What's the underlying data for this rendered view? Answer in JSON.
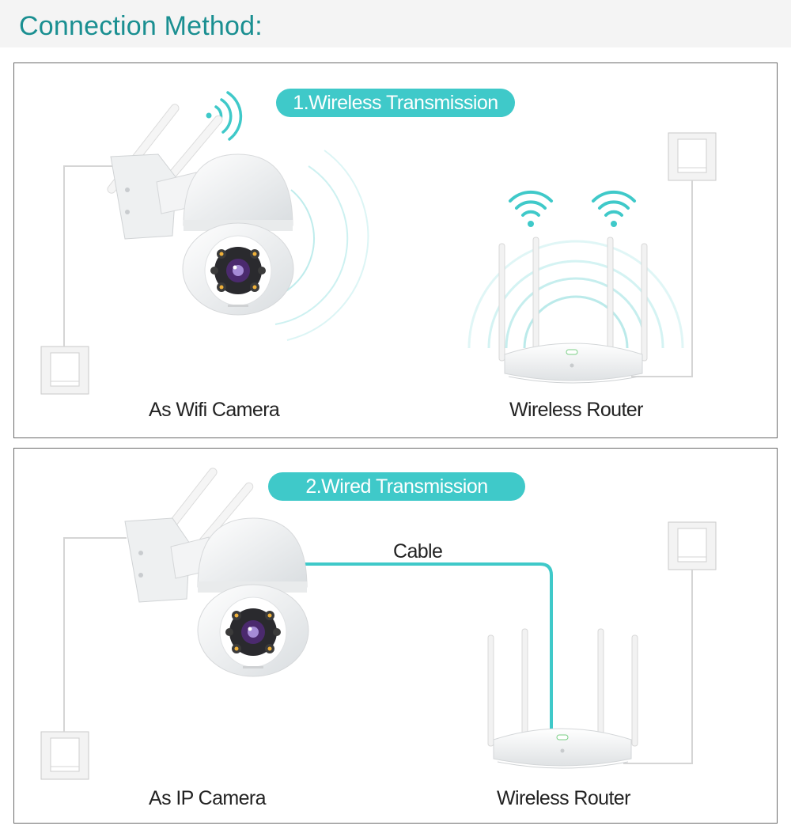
{
  "header": {
    "title": "Connection Method:"
  },
  "wireless": {
    "badge": "1.Wireless Transmission",
    "camera_label": "As Wifi Camera",
    "router_label": "Wireless Router"
  },
  "wired": {
    "badge": "2.Wired Transmission",
    "cable_label": "Cable",
    "camera_label": "As IP Camera",
    "router_label": "Wireless Router"
  },
  "colors": {
    "title": "#1a8f91",
    "badge": "#3fc9c9",
    "signal": "#3fc9c9",
    "cable": "#3fc9c9",
    "border": "#6a6a6a",
    "header_bg": "#f4f4f4"
  }
}
